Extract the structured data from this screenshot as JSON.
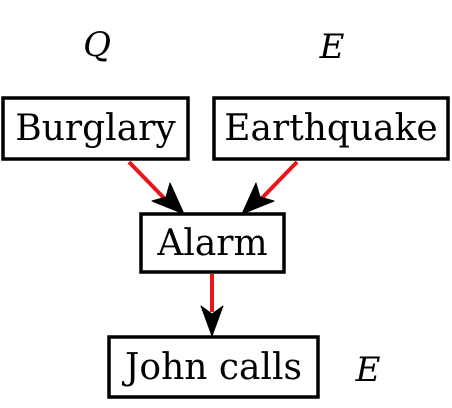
{
  "nodes": {
    "burglary": {
      "label": "Burglary",
      "variable": "Q"
    },
    "earthquake": {
      "label": "Earthquake",
      "variable": "E"
    },
    "alarm": {
      "label": "Alarm"
    },
    "john_calls": {
      "label": "John calls",
      "variable": "E"
    }
  },
  "edges": [
    {
      "from": "burglary",
      "to": "alarm"
    },
    {
      "from": "earthquake",
      "to": "alarm"
    },
    {
      "from": "alarm",
      "to": "john_calls"
    }
  ],
  "colors": {
    "edge": "#e8161b",
    "arrowhead": "#000000",
    "box_border": "#000000",
    "background": "#ffffff"
  }
}
